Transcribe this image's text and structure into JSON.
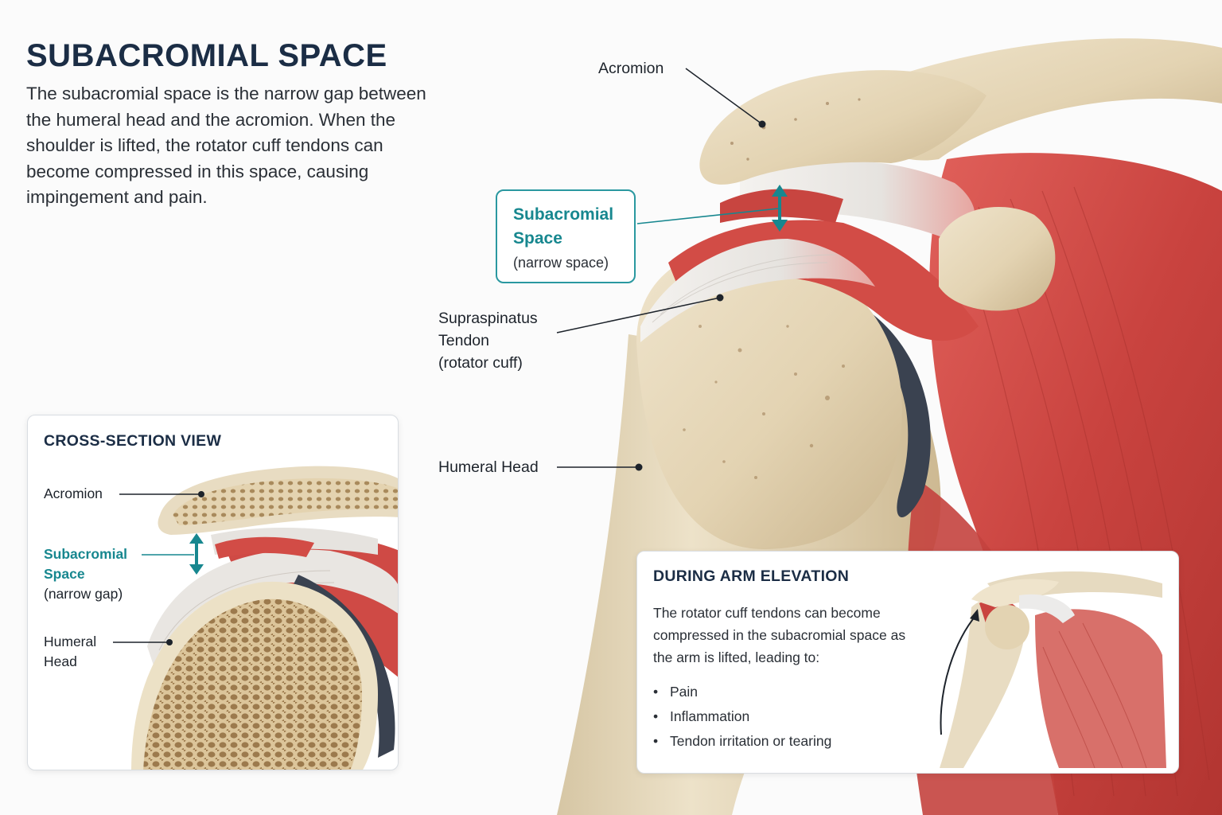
{
  "title": "SUBACROMIAL SPACE",
  "intro": "The subacromial space is the narrow gap between the humeral head and the acromion. When the shoulder is lifted, the rotator cuff tendons can become compressed in this space, causing impingement and pain.",
  "labels": {
    "acromion": "Acromion",
    "subacromial": {
      "line1": "Subacromial",
      "line2": "Space",
      "line3": "(narrow space)"
    },
    "supraspinatus": {
      "line1": "Supraspinatus",
      "line2": "Tendon",
      "line3": "(rotator cuff)"
    },
    "humeral_head": "Humeral Head"
  },
  "cross_section": {
    "title": "CROSS-SECTION VIEW",
    "acromion": "Acromion",
    "subacromial": {
      "line1": "Subacromial",
      "line2": "Space",
      "line3": "(narrow gap)"
    },
    "humeral": {
      "line1": "Humeral",
      "line2": "Head"
    }
  },
  "elevation": {
    "title": "DURING ARM ELEVATION",
    "body": "The rotator cuff tendons can become compressed in the subacromial space as the arm is lifted, leading to:",
    "items": [
      "Pain",
      "Inflammation",
      "Tendon irritation or tearing"
    ]
  },
  "colors": {
    "bone": "#e8dcc2",
    "muscle": "#cf4a45",
    "tendon": "#ecebea",
    "accent": "#17878f",
    "cartilage": "#3a4250"
  }
}
